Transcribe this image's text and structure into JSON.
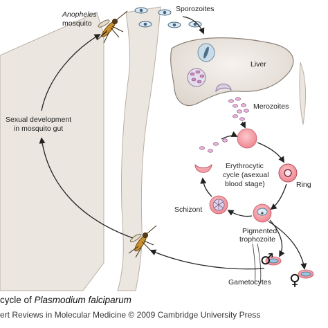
{
  "labels": {
    "anopheles": "Anopheles",
    "mosquito": "mosquito",
    "sporozoites": "Sporozoites",
    "liver": "Liver",
    "merozoites": "Merozoites",
    "sexual_dev_line1": "Sexual development",
    "sexual_dev_line2": "in mosquito gut",
    "erythro_line1": "Erythrocytic",
    "erythro_line2": "cycle (asexual",
    "erythro_line3": "blood stage)",
    "ring": "Ring",
    "schizont": "Schizont",
    "pigmented": "Pigmented",
    "trophozoite": "trophozoite",
    "gametocytes": "Gametocytes",
    "male_symbol": "♂",
    "female_symbol": "♀"
  },
  "caption": {
    "prefix": "cycle of ",
    "species": "Plasmodium falciparum",
    "credit": "ert Reviews in Molecular Medicine © 2009 Cambridge University Press"
  },
  "colors": {
    "arrow": "#222222",
    "liver": "#ece7e2",
    "skin": "#ece7e1",
    "rbc": "#f29aa3",
    "parasite": "#d7e6f1",
    "merozoite": "#e9b5dc"
  }
}
